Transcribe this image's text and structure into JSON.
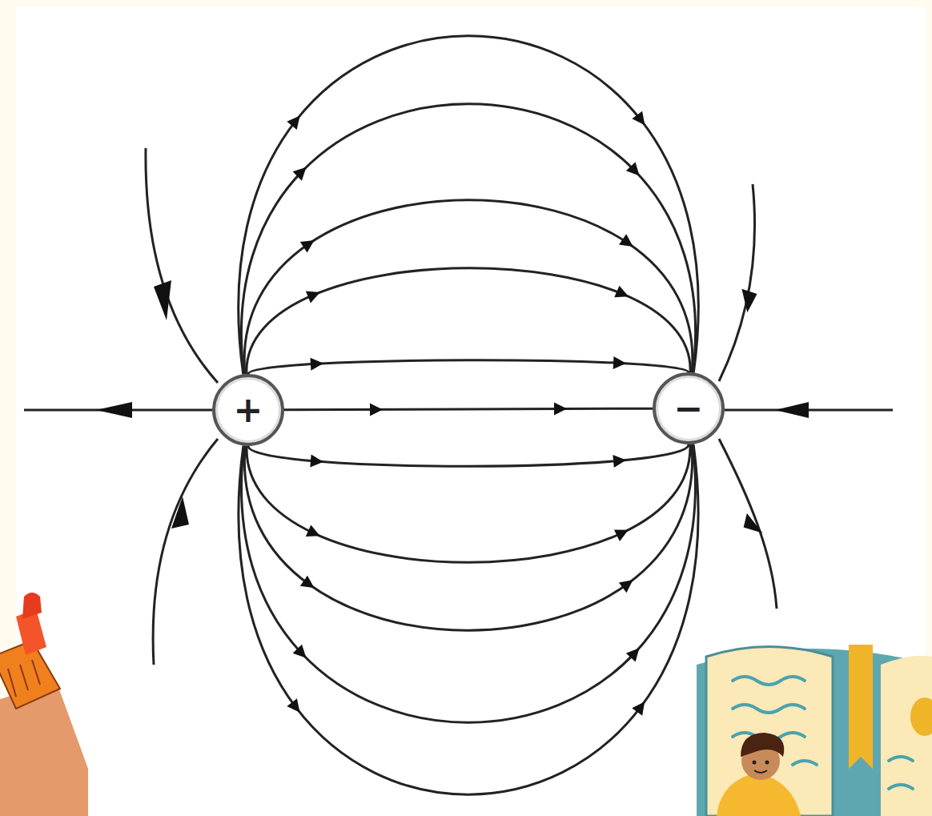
{
  "diagram": {
    "nodes": [
      {
        "text": [
          "+"
        ]
      },
      {
        "text": [
          "−"
        ]
      }
    ],
    "edges": [
      {
        "from": 0,
        "to": 1,
        "arrow": "to"
      },
      {
        "from": 0,
        "to": 1,
        "arrow": "to"
      },
      {
        "from": 0,
        "to": 1,
        "arrow": "to"
      },
      {
        "from": 0,
        "to": 1,
        "arrow": "to"
      },
      {
        "from": 0,
        "to": 1,
        "arrow": "to"
      },
      {
        "from": 0,
        "to": 1,
        "arrow": "to"
      },
      {
        "from": 0,
        "to": 1,
        "arrow": "to"
      },
      {
        "from": 0,
        "to": 1,
        "arrow": "to"
      },
      {
        "from": 0,
        "to": 1,
        "arrow": "to"
      },
      {
        "from": 0,
        "to": 1,
        "arrow": "to"
      },
      {
        "from": 0,
        "to": 1,
        "arrow": "to"
      }
    ]
  }
}
